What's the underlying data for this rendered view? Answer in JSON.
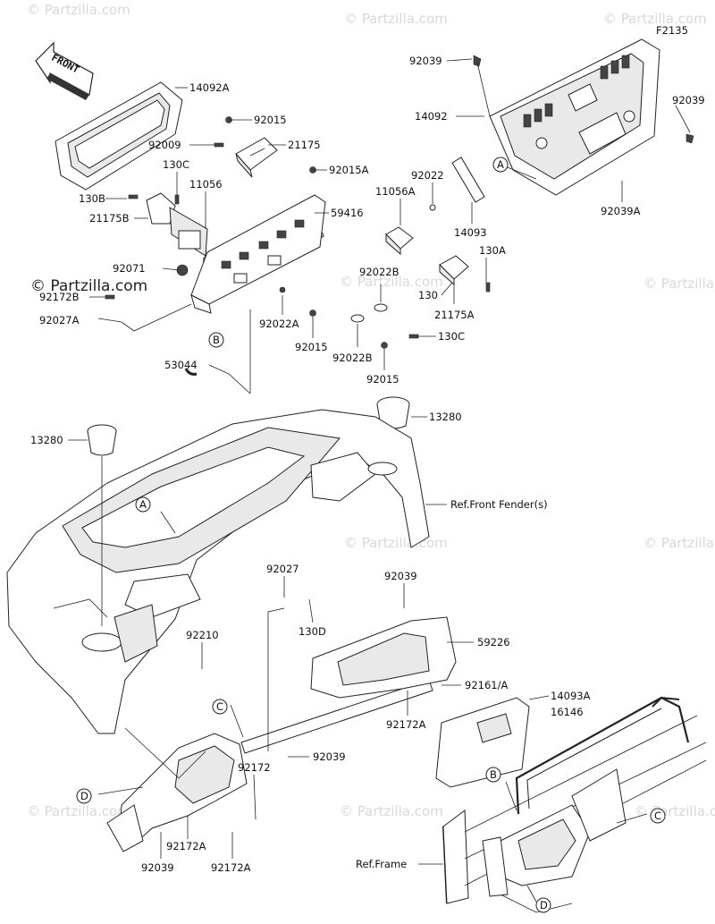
{
  "figure_code": "F2135",
  "front_arrow_label": "FRONT",
  "watermarks": [
    "© Partzilla.com"
  ],
  "callouts": [
    {
      "id": "c-14092a",
      "text": "14092A"
    },
    {
      "id": "c-92015-top",
      "text": "92015"
    },
    {
      "id": "c-92009",
      "text": "92009"
    },
    {
      "id": "c-21175",
      "text": "21175"
    },
    {
      "id": "c-130c-top",
      "text": "130C"
    },
    {
      "id": "c-11056",
      "text": "11056"
    },
    {
      "id": "c-92015a",
      "text": "92015A"
    },
    {
      "id": "c-130b",
      "text": "130B"
    },
    {
      "id": "c-21175b",
      "text": "21175B"
    },
    {
      "id": "c-59416",
      "text": "59416"
    },
    {
      "id": "c-92071",
      "text": "92071"
    },
    {
      "id": "c-92172b",
      "text": "92172B"
    },
    {
      "id": "c-92027a",
      "text": "92027A"
    },
    {
      "id": "c-92022a",
      "text": "92022A"
    },
    {
      "id": "c-92015-mid",
      "text": "92015"
    },
    {
      "id": "c-92022b-a",
      "text": "92022B"
    },
    {
      "id": "c-92022b-b",
      "text": "92022B"
    },
    {
      "id": "c-92015-low",
      "text": "92015"
    },
    {
      "id": "c-53044",
      "text": "53044"
    },
    {
      "id": "c-92039-top",
      "text": "92039"
    },
    {
      "id": "c-14092",
      "text": "14092"
    },
    {
      "id": "c-92039-right",
      "text": "92039"
    },
    {
      "id": "c-92022",
      "text": "92022"
    },
    {
      "id": "c-11056a",
      "text": "11056A"
    },
    {
      "id": "c-14093",
      "text": "14093"
    },
    {
      "id": "c-92039a",
      "text": "92039A"
    },
    {
      "id": "c-130a",
      "text": "130A"
    },
    {
      "id": "c-130",
      "text": "130"
    },
    {
      "id": "c-21175a",
      "text": "21175A"
    },
    {
      "id": "c-130c-low",
      "text": "130C"
    },
    {
      "id": "c-13280-left",
      "text": "13280"
    },
    {
      "id": "c-13280-right",
      "text": "13280"
    },
    {
      "id": "c-ref-fender",
      "text": "Ref.Front Fender(s)"
    },
    {
      "id": "c-92027",
      "text": "92027"
    },
    {
      "id": "c-130d",
      "text": "130D"
    },
    {
      "id": "c-92039-mid",
      "text": "92039"
    },
    {
      "id": "c-59226",
      "text": "59226"
    },
    {
      "id": "c-92210",
      "text": "92210"
    },
    {
      "id": "c-92161a",
      "text": "92161/A"
    },
    {
      "id": "c-14093a",
      "text": "14093A"
    },
    {
      "id": "c-16146",
      "text": "16146"
    },
    {
      "id": "c-92172a-mid",
      "text": "92172A"
    },
    {
      "id": "c-92039-low",
      "text": "92039"
    },
    {
      "id": "c-92172",
      "text": "92172"
    },
    {
      "id": "c-92172a-left",
      "text": "92172A"
    },
    {
      "id": "c-92039-bottom",
      "text": "92039"
    },
    {
      "id": "c-92172a-bottom",
      "text": "92172A"
    },
    {
      "id": "c-ref-frame",
      "text": "Ref.Frame"
    }
  ],
  "reference_markers": {
    "a": "A",
    "b": "B",
    "c": "C",
    "d": "D"
  }
}
